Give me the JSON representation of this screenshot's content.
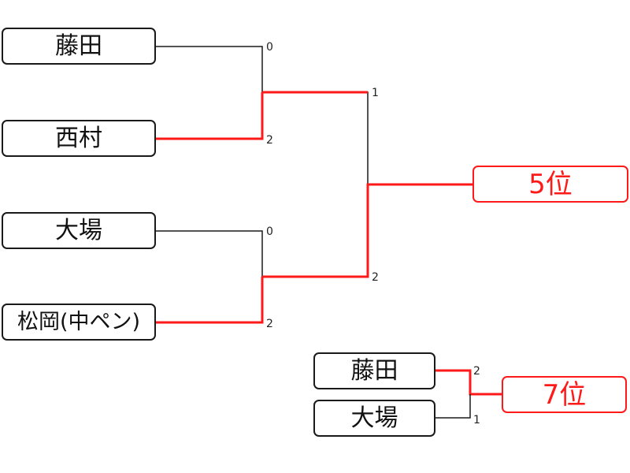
{
  "bracket_main": {
    "players": [
      "藤田",
      "西村",
      "大場",
      "松岡(中ペン)"
    ],
    "scores": [
      "0",
      "2",
      "0",
      "2",
      "1",
      "2"
    ],
    "result_label": "5位"
  },
  "bracket_small": {
    "players": [
      "藤田",
      "大場"
    ],
    "scores": [
      "2",
      "1"
    ],
    "result_label": "7位"
  },
  "colors": {
    "win_line": "#ff1a1a",
    "line": "#1a1a1a"
  }
}
